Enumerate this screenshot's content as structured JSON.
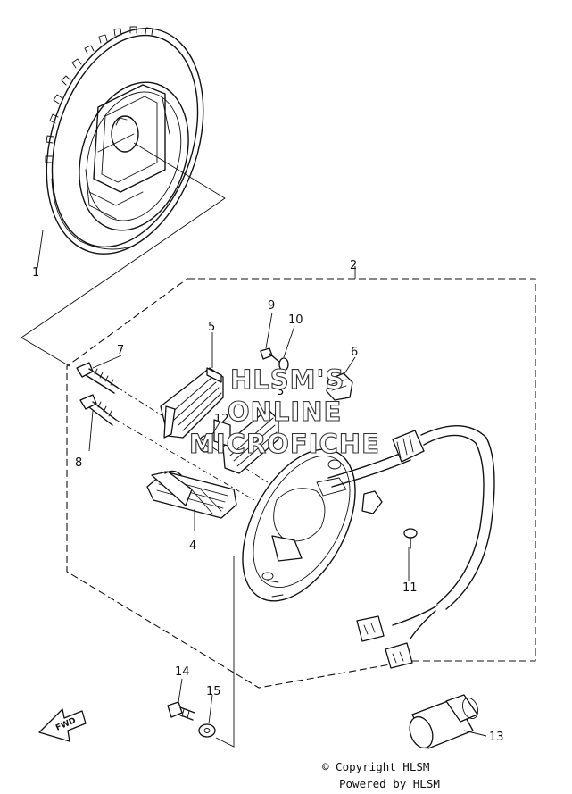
{
  "part_labels": {
    "p1": "1",
    "p2": "2",
    "p3": "3",
    "p4": "4",
    "p5": "5",
    "p6": "6",
    "p7": "7",
    "p8": "8",
    "p9": "9",
    "p10": "10",
    "p11": "11",
    "p12": "12",
    "p13": "13",
    "p14": "14",
    "p15": "15"
  },
  "fwd_label": "FWD",
  "watermark": {
    "line1": "HLSM'S",
    "line2": "ONLINE",
    "line3": "MICROFICHE"
  },
  "footer": {
    "copyright": "© Copyright HLSM",
    "powered": "Powered by HLSM"
  }
}
